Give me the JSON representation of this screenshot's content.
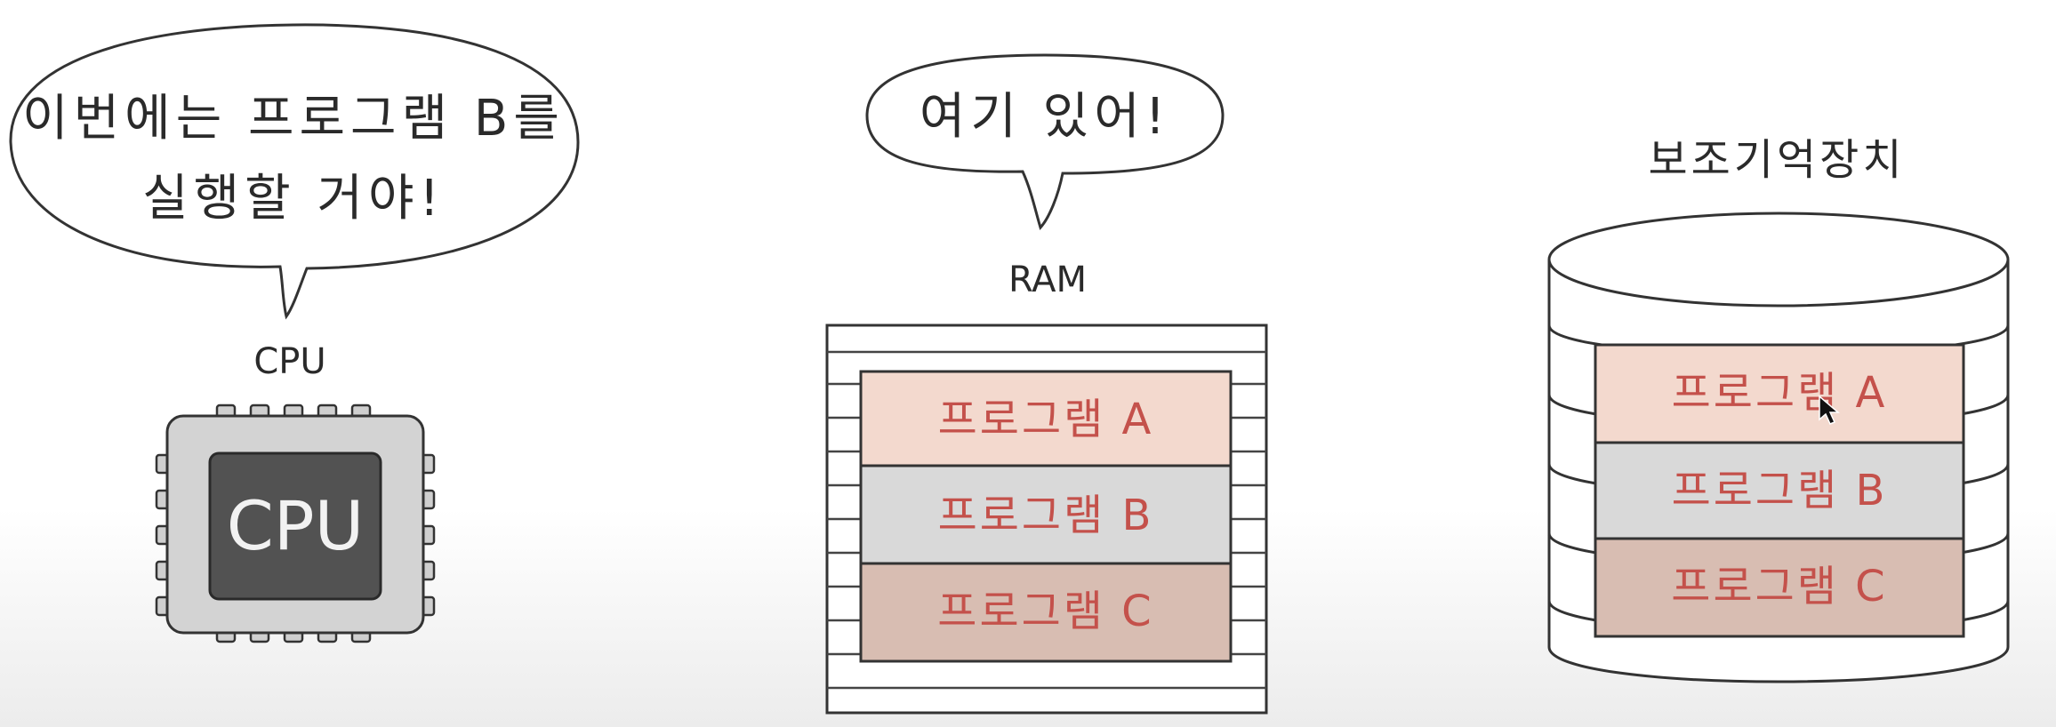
{
  "cpu_bubble": {
    "line1": "이번에는 프로그램 B를",
    "line2": "실행할 거야!"
  },
  "ram_bubble": {
    "text": "여기 있어!"
  },
  "cpu": {
    "caption": "CPU",
    "chip_label": "CPU"
  },
  "ram": {
    "caption": "RAM",
    "programs": [
      "프로그램 A",
      "프로그램 B",
      "프로그램 C"
    ]
  },
  "storage": {
    "title": "보조기억장치",
    "programs": [
      "프로그램 A",
      "프로그램 B",
      "프로그램 C"
    ]
  },
  "colors": {
    "program_a": "#f3d9ce",
    "program_b": "#d9d9d9",
    "program_c": "#d8bdb2",
    "chip_outer": "#d3d3d3",
    "chip_inner": "#525252",
    "program_text": "#c4514b"
  }
}
